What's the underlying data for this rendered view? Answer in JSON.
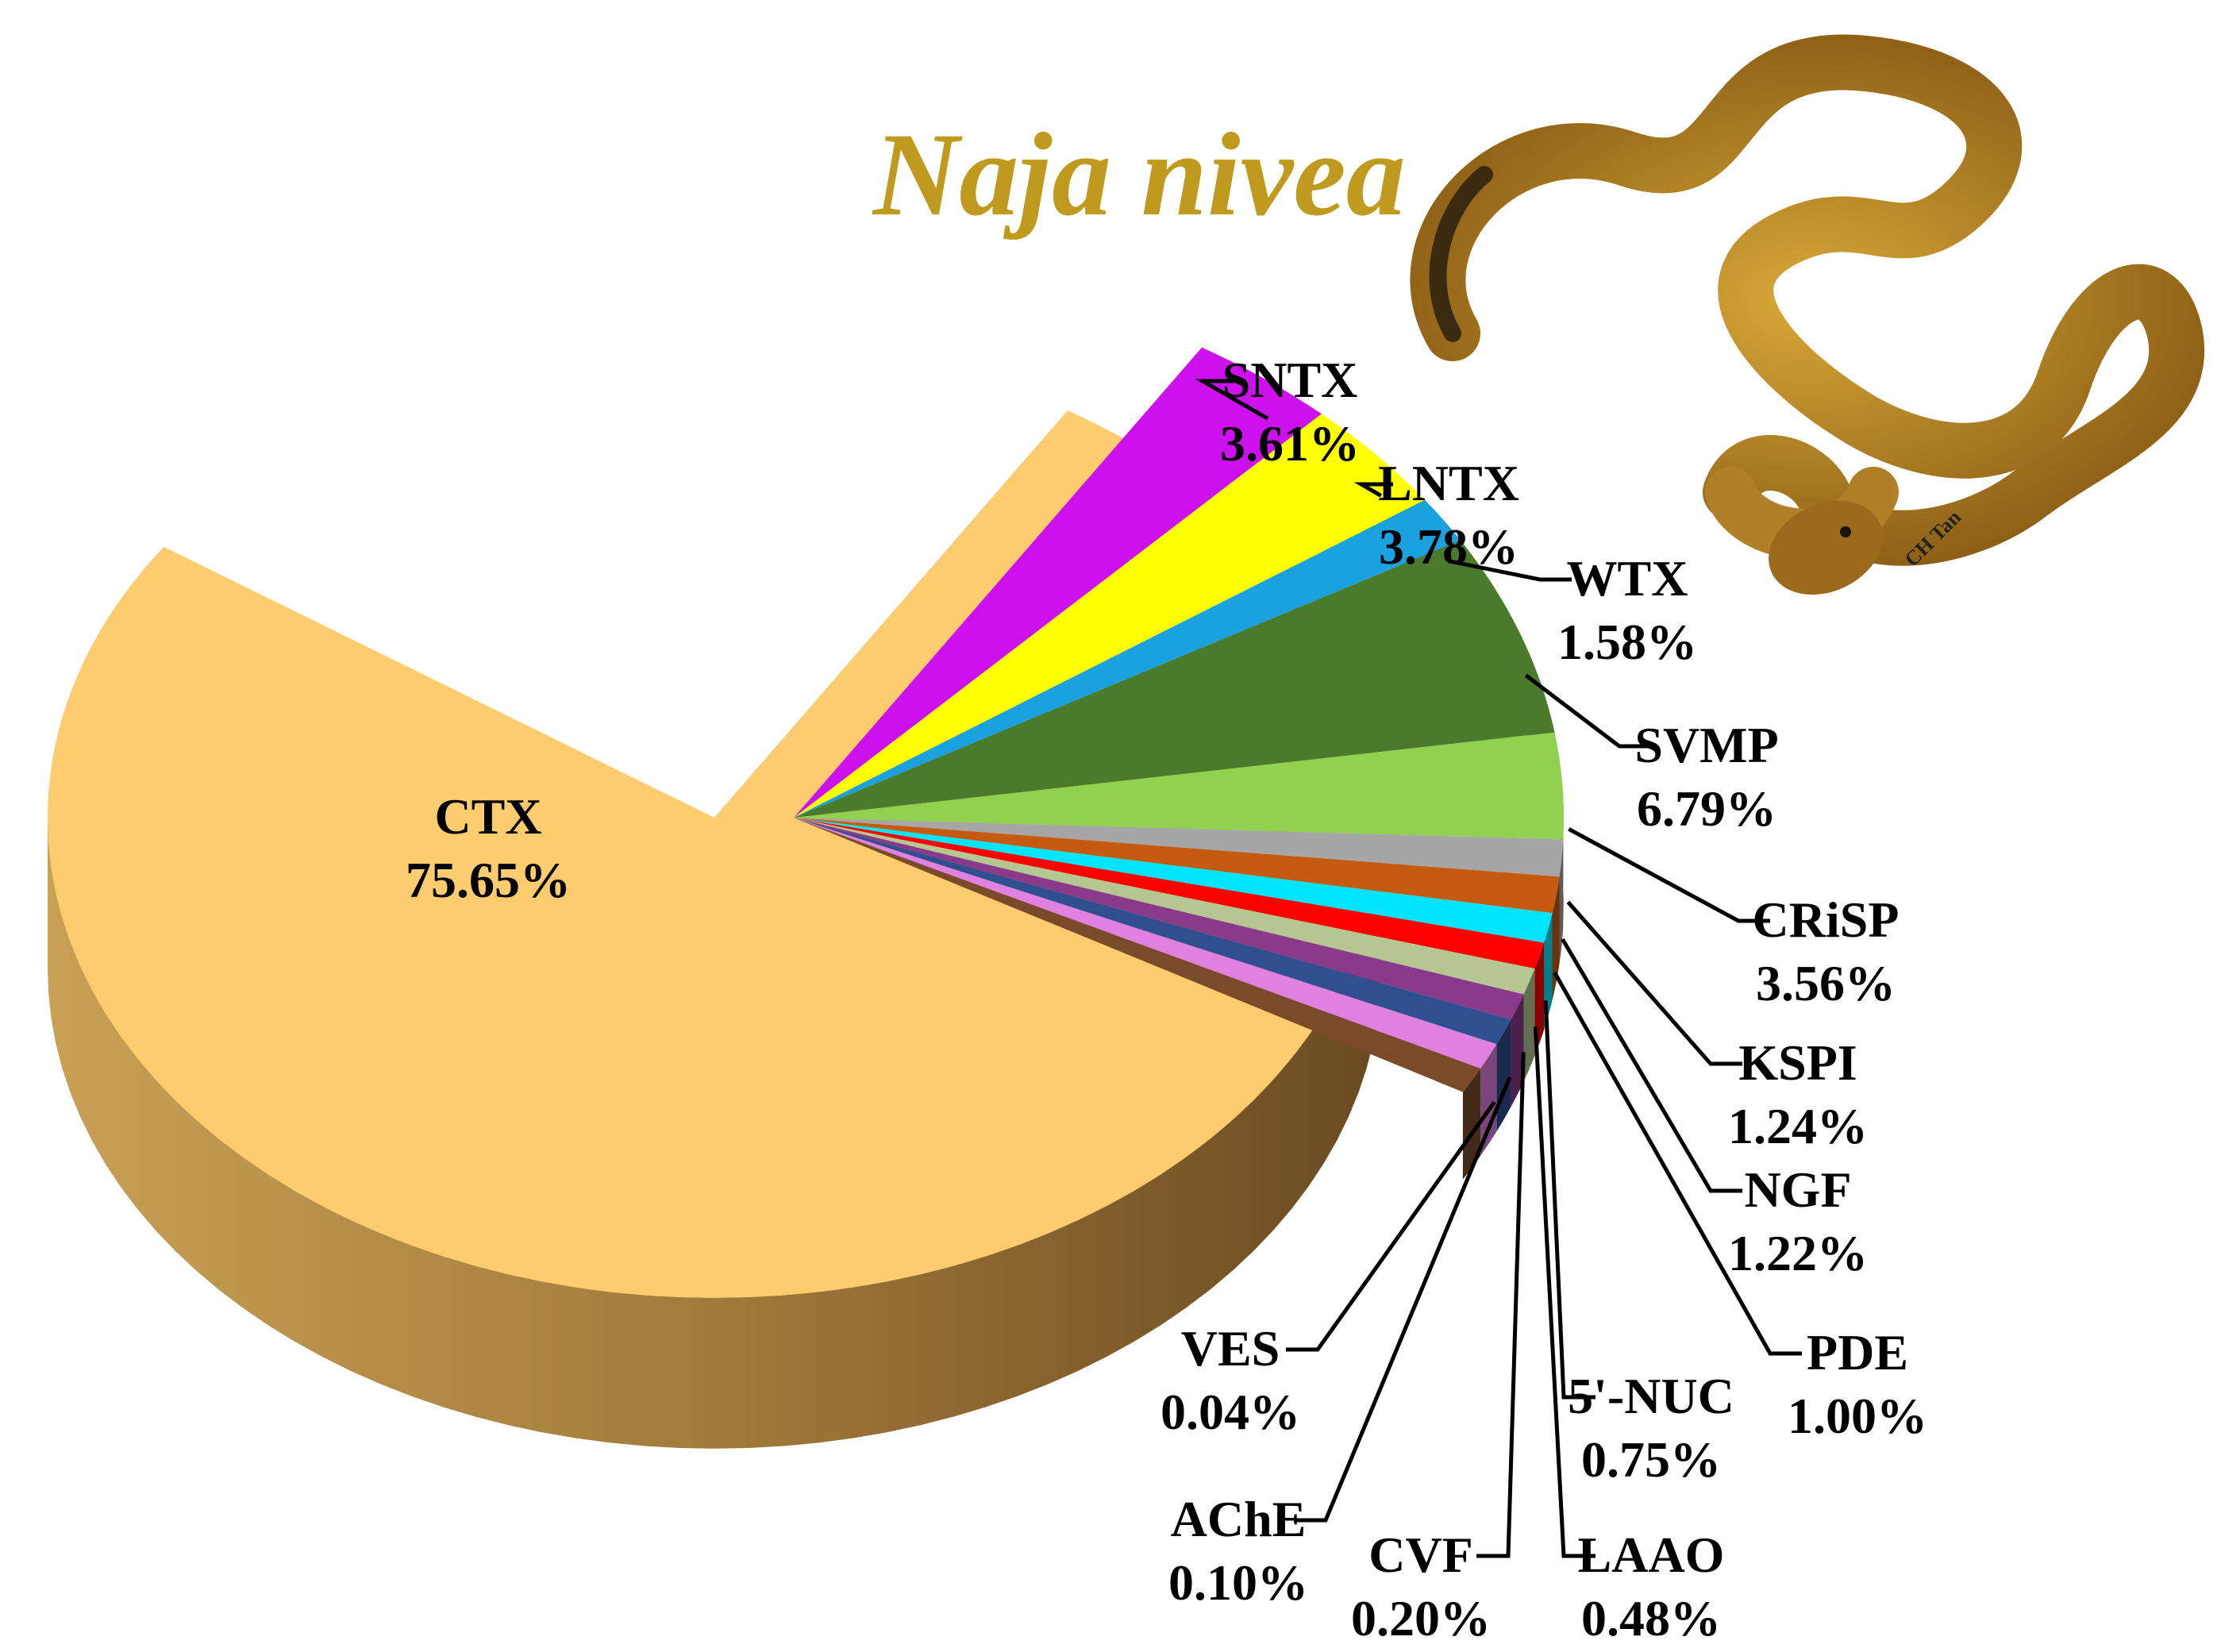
{
  "chart_data": {
    "type": "pie",
    "title": "Naja nivea",
    "photo_credit": "CH Tan",
    "exploded": true,
    "style": "3d",
    "slices": [
      {
        "label": "CTX",
        "value": 75.65,
        "value_text": "75.65%",
        "color": "#fdcc6e"
      },
      {
        "label": "SNTX",
        "value": 3.61,
        "value_text": "3.61%",
        "color": "#cc11ee"
      },
      {
        "label": "LNTX",
        "value": 3.78,
        "value_text": "3.78%",
        "color": "#ffff00"
      },
      {
        "label": "WTX",
        "value": 1.58,
        "value_text": "1.58%",
        "color": "#1aa2e0"
      },
      {
        "label": "SVMP",
        "value": 6.79,
        "value_text": "6.79%",
        "color": "#4a7a2c"
      },
      {
        "label": "CRiSP",
        "value": 3.56,
        "value_text": "3.56%",
        "color": "#92d050"
      },
      {
        "label": "KSPI",
        "value": 1.24,
        "value_text": "1.24%",
        "color": "#a6a6a6"
      },
      {
        "label": "NGF",
        "value": 1.22,
        "value_text": "1.22%",
        "color": "#c55a11"
      },
      {
        "label": "PDE",
        "value": 1.0,
        "value_text": "1.00%",
        "color": "#00e5ff"
      },
      {
        "label": "5'-NUC",
        "value": 0.75,
        "value_text": "0.75%",
        "color": "#ff0000"
      },
      {
        "label": "LAAO",
        "value": 0.48,
        "value_text": "0.48%",
        "color": "#b4c792"
      },
      {
        "label": "CVF",
        "value": 0.2,
        "value_text": "0.20%",
        "color": "#8b3a8b"
      },
      {
        "label": "AChE",
        "value": 0.1,
        "value_text": "0.10%",
        "color": "#2f4f8f"
      },
      {
        "label": "VES",
        "value": 0.04,
        "value_text": "0.04%",
        "color": "#e080e0"
      },
      {
        "label": "",
        "value": 0.0,
        "value_text": "",
        "color": "#7a4a2a"
      }
    ]
  }
}
